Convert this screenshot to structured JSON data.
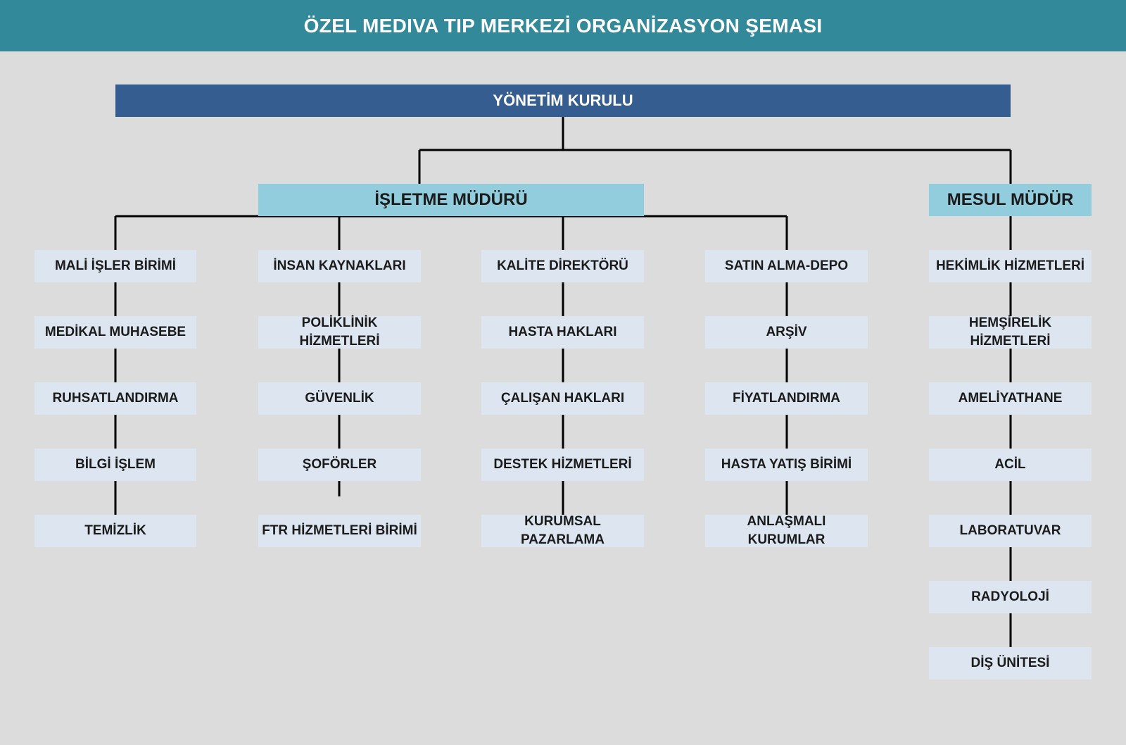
{
  "title": "ÖZEL MEDIVA TIP MERKEZİ ORGANİZASYON ŞEMASI",
  "board": "YÖNETİM KURULU",
  "operations_manager": "İŞLETME MÜDÜRÜ",
  "responsible_manager": "MESUL MÜDÜR",
  "columns": [
    {
      "items": [
        "MALİ İŞLER BİRİMİ",
        "MEDİKAL MUHASEBE",
        "RUHSATLANDIRMA",
        "BİLGİ İŞLEM",
        "TEMİZLİK"
      ]
    },
    {
      "items": [
        "İNSAN KAYNAKLARI",
        "POLİKLİNİK HİZMETLERİ",
        "GÜVENLİK",
        "ŞOFÖRLER",
        "FTR HİZMETLERİ BİRİMİ"
      ]
    },
    {
      "items": [
        "KALİTE DİREKTÖRÜ",
        "HASTA HAKLARI",
        "ÇALIŞAN HAKLARI",
        "DESTEK HİZMETLERİ",
        "KURUMSAL PAZARLAMA"
      ]
    },
    {
      "items": [
        "SATIN ALMA-DEPO",
        "ARŞİV",
        "FİYATLANDIRMA",
        "HASTA YATIŞ BİRİMİ",
        "ANLAŞMALI KURUMLAR"
      ]
    },
    {
      "items": [
        "HEKİMLİK HİZMETLERİ",
        "HEMŞİRELİK HİZMETLERİ",
        "AMELİYATHANE",
        "ACİL",
        "LABORATUVAR",
        "RADYOLOJİ",
        "DİŞ ÜNİTESİ"
      ]
    }
  ],
  "colors": {
    "header": "#31899a",
    "board": "#365d8f",
    "manager": "#92cddd",
    "unit": "#dde6f0",
    "background": "#dcdcdc"
  }
}
